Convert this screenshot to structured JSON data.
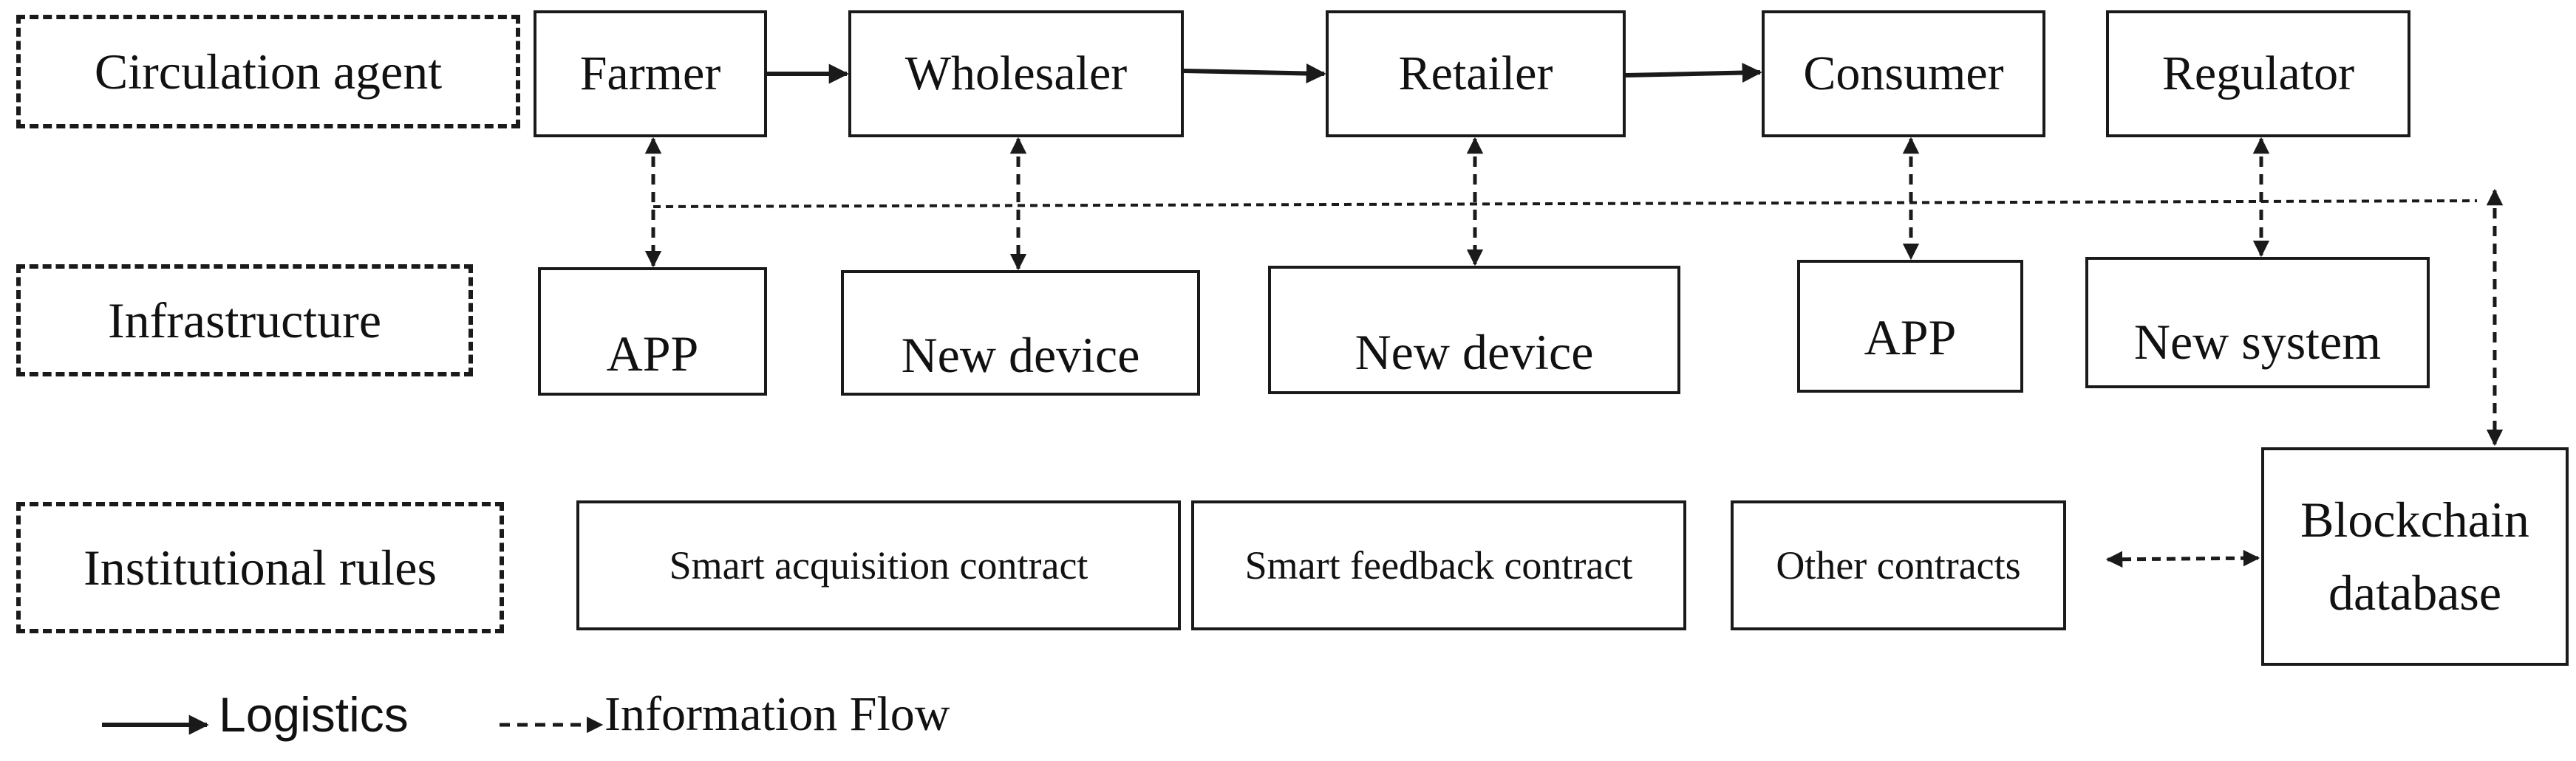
{
  "row_labels": {
    "circulation_agent": "Circulation agent",
    "infrastructure": "Infrastructure",
    "institutional_rules": "Institutional rules"
  },
  "agents": {
    "farmer": "Farmer",
    "wholesaler": "Wholesaler",
    "retailer": "Retailer",
    "consumer": "Consumer",
    "regulator": "Regulator"
  },
  "infrastructure": {
    "app_1": "APP",
    "new_device_1": "New device",
    "new_device_2": "New device",
    "app_2": "APP",
    "new_system": "New system"
  },
  "contracts": {
    "smart_acquisition": "Smart acquisition contract",
    "smart_feedback": "Smart feedback contract",
    "other": "Other contracts"
  },
  "blockchain": {
    "line1": "Blockchain",
    "line2": "database"
  },
  "legend": {
    "logistics": "Logistics",
    "information_flow": "Information Flow"
  },
  "colors": {
    "stroke": "#1a1a1a",
    "background": "#ffffff"
  }
}
